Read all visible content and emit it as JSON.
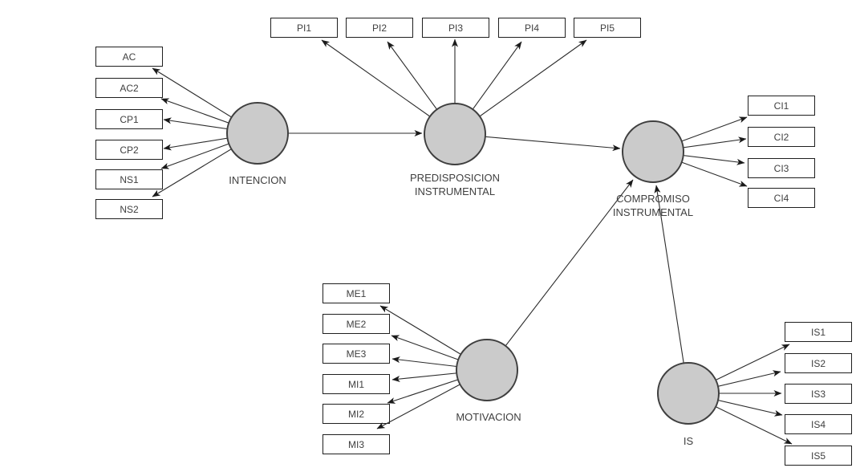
{
  "diagram": {
    "type": "sem-path-diagram",
    "latents": {
      "intencion": {
        "label": "INTENCION",
        "indicators": [
          "AC",
          "AC2",
          "CP1",
          "CP2",
          "NS1",
          "NS2"
        ]
      },
      "predisposicion": {
        "label_line1": "PREDISPOSICION",
        "label_line2": "INSTRUMENTAL",
        "indicators": [
          "PI1",
          "PI2",
          "PI3",
          "PI4",
          "PI5"
        ]
      },
      "compromiso": {
        "label_line1": "COMPROMISO",
        "label_line2": "INSTRUMENTAL",
        "indicators": [
          "CI1",
          "CI2",
          "CI3",
          "CI4"
        ]
      },
      "motivacion": {
        "label": "MOTIVACION",
        "indicators": [
          "ME1",
          "ME2",
          "ME3",
          "MI1",
          "MI2",
          "MI3"
        ]
      },
      "is": {
        "label": "IS",
        "indicators": [
          "IS1",
          "IS2",
          "IS3",
          "IS4",
          "IS5"
        ]
      }
    },
    "structural_paths": [
      {
        "from": "INTENCION",
        "to": "PREDISPOSICION INSTRUMENTAL"
      },
      {
        "from": "PREDISPOSICION INSTRUMENTAL",
        "to": "COMPROMISO INSTRUMENTAL"
      },
      {
        "from": "MOTIVACION",
        "to": "COMPROMISO INSTRUMENTAL"
      },
      {
        "from": "IS",
        "to": "COMPROMISO INSTRUMENTAL"
      }
    ],
    "colors": {
      "latent_fill": "#cbcbcb",
      "latent_stroke": "#3f3f3f",
      "indicator_fill": "#ffffff",
      "indicator_stroke": "#1f1f1f",
      "arrow": "#2b2b2b",
      "text": "#404040",
      "background": "#ffffff"
    }
  }
}
